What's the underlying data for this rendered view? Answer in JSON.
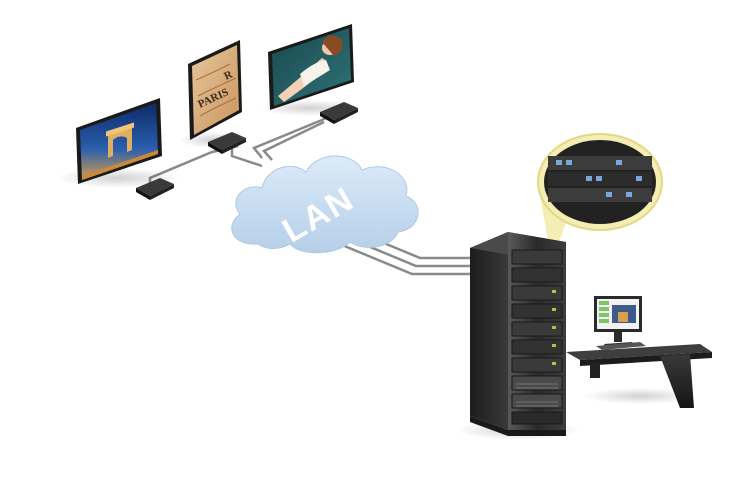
{
  "cloud": {
    "label": "LAN"
  },
  "signage_displays": [
    {
      "name": "arc-de-triomphe-display",
      "scene": "arc-de-triomphe-night"
    },
    {
      "name": "paris-map-display",
      "scene": "paris-map",
      "visible_text": [
        "PARIS",
        "R"
      ]
    },
    {
      "name": "model-portrait-display",
      "scene": "woman-portrait"
    }
  ],
  "media_players": 3,
  "server": {
    "name": "server-rack"
  },
  "workstation": {
    "name": "control-desk"
  },
  "colors": {
    "cloud": "#c5dcf2",
    "cable": "#8a8a8a",
    "callout": "#f4eeb4",
    "rack": "#2b2b2b"
  }
}
